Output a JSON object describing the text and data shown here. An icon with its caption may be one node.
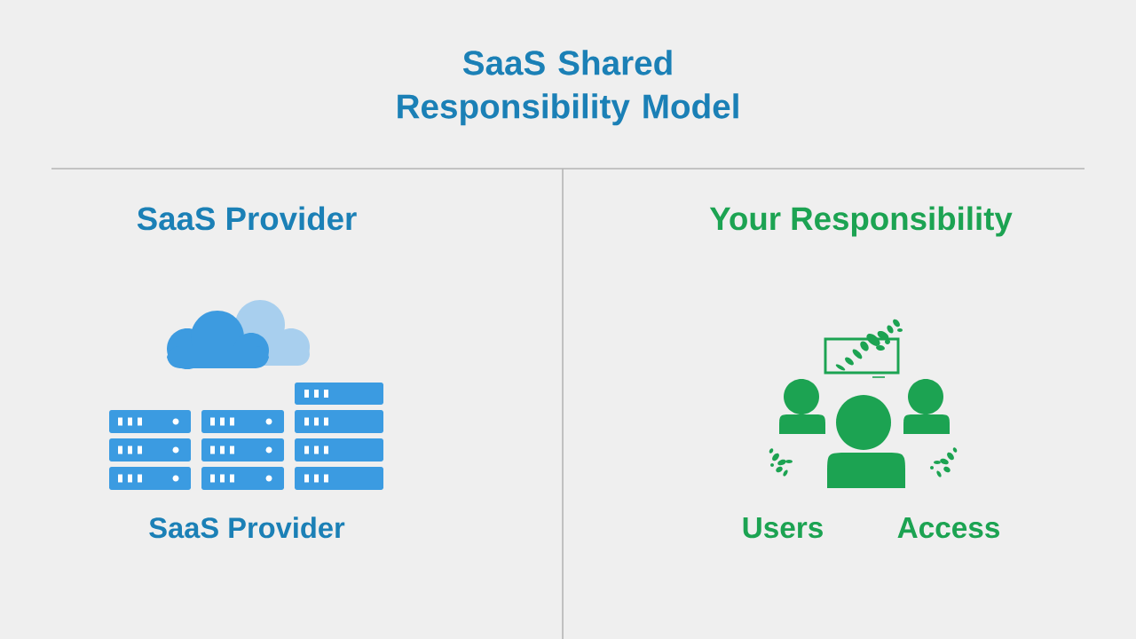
{
  "diagram": {
    "title": "SaaS Shared Responsibility Model",
    "labels": [
      "SaaS Provider",
      "Your Responsibility",
      "SaaS Provider",
      "Users",
      "Access"
    ]
  }
}
